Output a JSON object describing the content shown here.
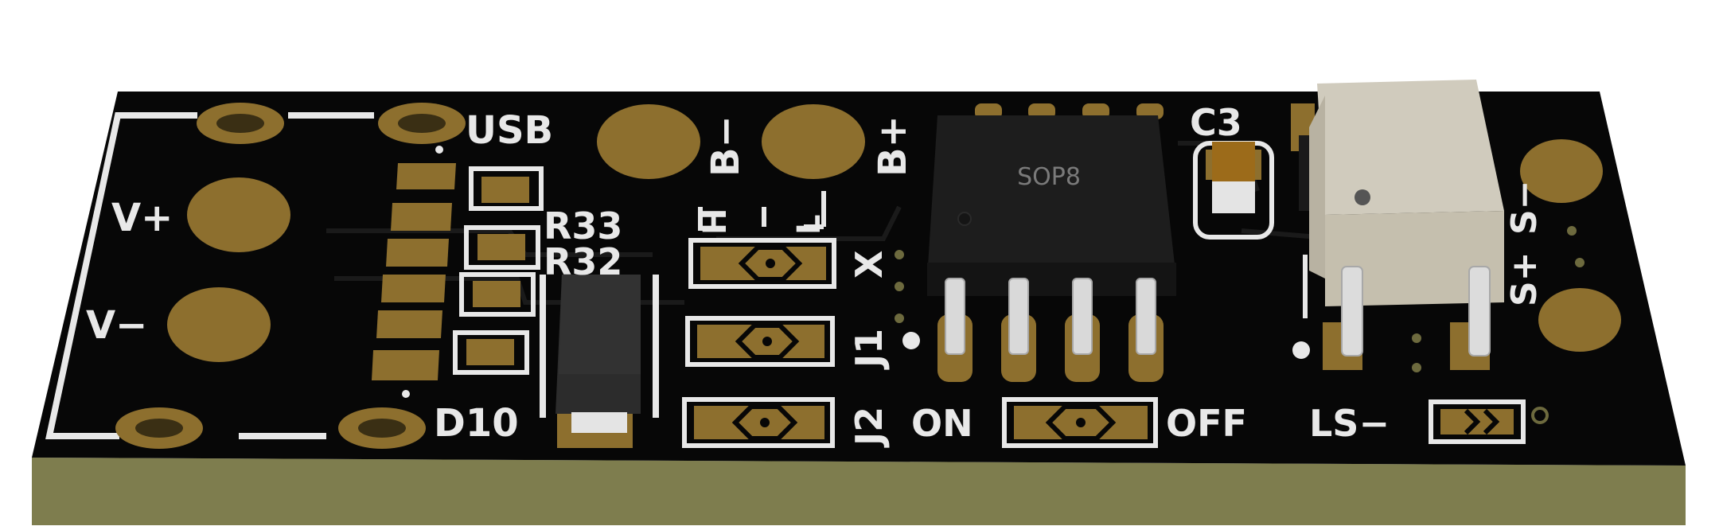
{
  "board": {
    "silkscreen": {
      "usb": "USB",
      "v_plus": "V+",
      "v_minus": "V−",
      "r33": "R33",
      "r32": "R32",
      "d10": "D10",
      "b_minus": "B−",
      "b_plus": "B+",
      "h": "H",
      "l": "L",
      "x": "X",
      "j1": "J1",
      "j2": "J2",
      "on": "ON",
      "off": "OFF",
      "ls_minus": "LS−",
      "c3": "C3",
      "s_minus": "S−",
      "s_plus": "S+"
    },
    "chip_label": "SOP8"
  },
  "colors": {
    "background": "#ffffff",
    "board_top": "#070707",
    "board_edge": "#7e7d4e",
    "pad_gold": "#8d6f2e",
    "silkscreen": "#e8e8e8",
    "chip_body": "#1d1d1d",
    "relay_body": "#d0cbbd"
  }
}
